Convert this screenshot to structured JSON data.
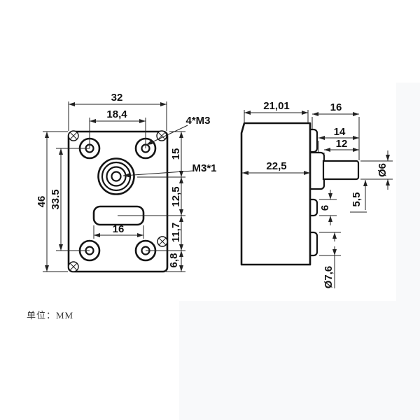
{
  "unit_note": "单位：MM",
  "front": {
    "width_top": "32",
    "hole_spacing_x": "18,4",
    "thread_note": "4*M3",
    "height_left": "46",
    "hole_spacing_y": "33.5",
    "center_thread_note": "M3*1",
    "seg_top_to_shaft": "15",
    "seg_shaft_to_slot": "12,5",
    "seg_slot_to_hole": "11,7",
    "seg_hole_to_bottom": "6,8",
    "slot_width": "16"
  },
  "side": {
    "body_depth": "21,01",
    "shaft_total": "16",
    "shaft_len_14": "14",
    "shaft_len_12": "12",
    "depth_overall": "22,5",
    "shaft_dia": "Ø6",
    "offset_5_5": "5,5",
    "tab_width": "6",
    "lug_dia": "Ø7,6"
  },
  "colors": {
    "line": "#141414",
    "dim": "#222222",
    "background": "#ffffff"
  }
}
